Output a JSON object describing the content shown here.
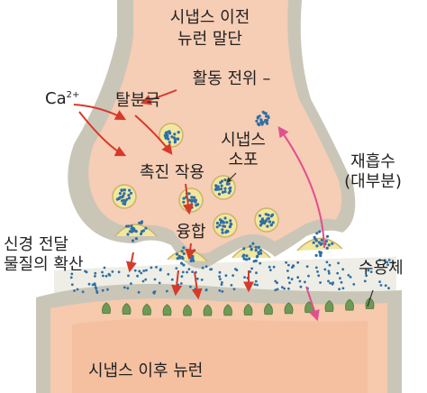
{
  "labels": {
    "presynaptic_line1": "시냅스 이전",
    "presynaptic_line2": "뉴런 말단",
    "action_potential": "활동 전위 –",
    "calcium_base": "Ca",
    "calcium_sup": "2+",
    "depolarization": "탈분극",
    "vesicle_line1": "시냅스",
    "vesicle_line2": "소포",
    "promotion": "촉진 작용",
    "fusion": "융합",
    "reuptake_line1": "재흡수",
    "reuptake_line2": "(대부분)",
    "diffusion_line1": "신경 전달",
    "diffusion_line2": "물질의 확산",
    "receptor": "수용체",
    "postsynaptic": "시냅스 이후 뉴런"
  },
  "colors": {
    "terminal_fill": "#f6cdb5",
    "terminal_edge": "#c9c6b8",
    "cleft_fill": "#eeeee6",
    "post_fill": "#f7c9ad",
    "vesicle_fill": "#f2e7a0",
    "transmitter_dot": "#2f6fa6",
    "red_arrow": "#d63a2a",
    "pink_arrow": "#e0508e",
    "receptor": "#6d9a55"
  }
}
